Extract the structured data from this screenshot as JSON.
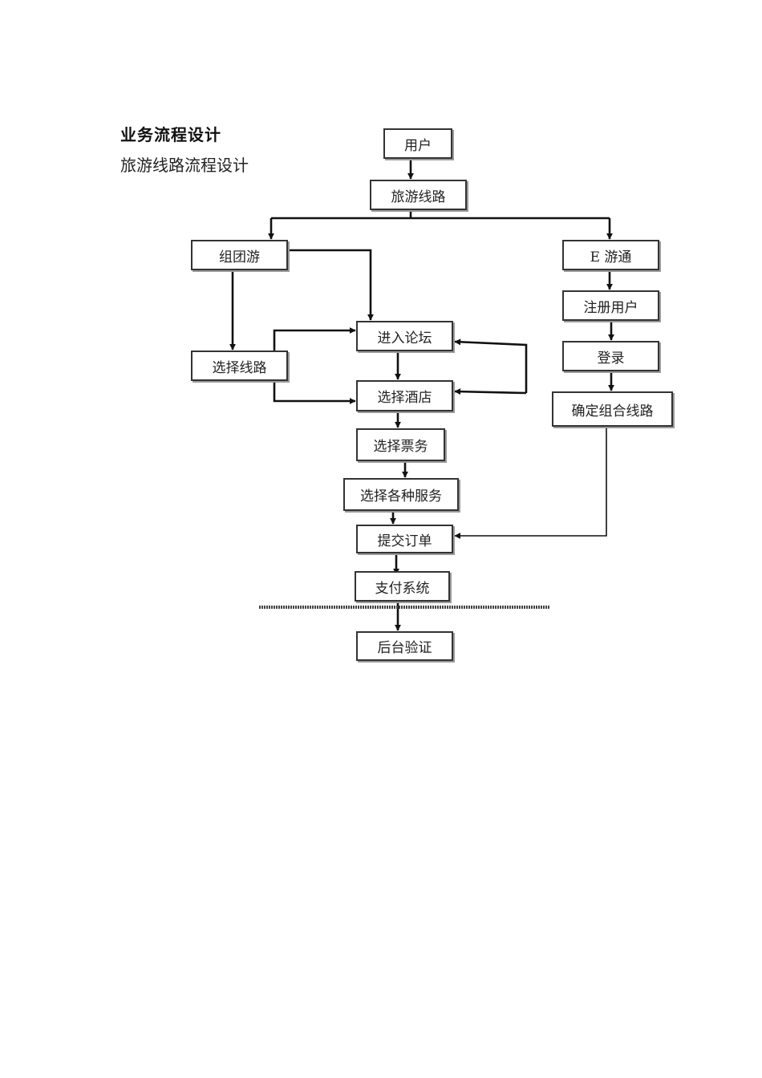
{
  "heading": "业务流程设计",
  "subheading": "旅游线路流程设计",
  "nodes": {
    "user": "用户",
    "travel_route": "旅游线路",
    "group_tour": "组团游",
    "e_tour": "E 游通",
    "select_route": "选择线路",
    "enter_forum": "进入论坛",
    "register": "注册用户",
    "login": "登录",
    "select_hotel": "选择酒店",
    "confirm_route": "确定组合线路",
    "select_ticket": "选择票务",
    "select_services": "选择各种服务",
    "submit_order": "提交订单",
    "payment_system": "支付系统",
    "backend_verify": "后台验证"
  },
  "colors": {
    "line": "#111111",
    "border": "#333333",
    "shadow": "#9a9a9a",
    "separator": "#444444"
  }
}
